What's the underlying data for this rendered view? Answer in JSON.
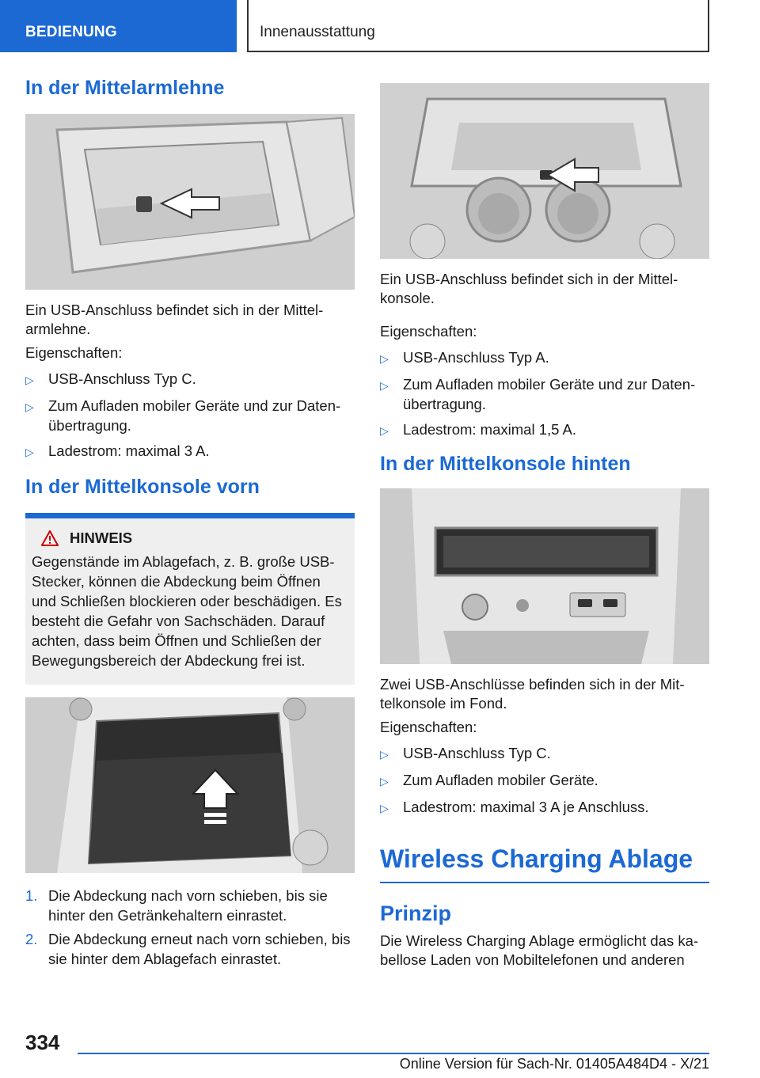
{
  "header": {
    "section": "BEDIENUNG",
    "chapter": "Innenausstattung"
  },
  "left": {
    "heading1": "In der Mittelarmlehne",
    "text1": "Ein USB-Anschluss befindet sich in der Mittel-armlehne.",
    "props_label": "Eigenschaften:",
    "props": [
      "USB-Anschluss Typ C.",
      "Zum Aufladen mobiler Geräte und zur Daten-übertragung.",
      "Ladestrom: maximal 3 A."
    ],
    "heading2": "In der Mittelkonsole vorn",
    "note": {
      "title": "HINWEIS",
      "body": "Gegenstände im Ablagefach, z. B. große USB-Stecker, können die Abdeckung beim Öffnen und Schließen blockieren oder beschädigen. Es besteht die Gefahr von Sachschäden. Darauf achten, dass beim Öffnen und Schließen der Bewegungsbereich der Abdeckung frei ist."
    },
    "steps": [
      {
        "num": "1.",
        "text": "Die Abdeckung nach vorn schieben, bis sie hinter den Getränkehaltern einrastet."
      },
      {
        "num": "2.",
        "text": "Die Abdeckung erneut nach vorn schieben, bis sie hinter dem Ablagefach einrastet."
      }
    ]
  },
  "right": {
    "text1": "Ein USB-Anschluss befindet sich in der Mittel-konsole.",
    "props_label": "Eigenschaften:",
    "props": [
      "USB-Anschluss Typ A.",
      "Zum Aufladen mobiler Geräte und zur Daten-übertragung.",
      "Ladestrom: maximal 1,5 A."
    ],
    "heading3": "In der Mittelkonsole hinten",
    "text2": "Zwei USB-Anschlüsse befinden sich in der Mit-telkonsole im Fond.",
    "props2_label": "Eigenschaften:",
    "props2": [
      "USB-Anschluss Typ C.",
      "Zum Aufladen mobiler Geräte.",
      "Ladestrom: maximal 3 A je Anschluss."
    ],
    "main_heading": "Wireless Charging Ablage",
    "prinzip_heading": "Prinzip",
    "prinzip_text": "Die Wireless Charging Ablage ermöglicht das ka-bellose Laden von Mobiltelefonen und anderen"
  },
  "footer": {
    "page": "334",
    "text": "Online Version für Sach-Nr. 01405A484D4 - X/21"
  },
  "colors": {
    "accent": "#1c69d4",
    "note_bg": "#efefef"
  }
}
